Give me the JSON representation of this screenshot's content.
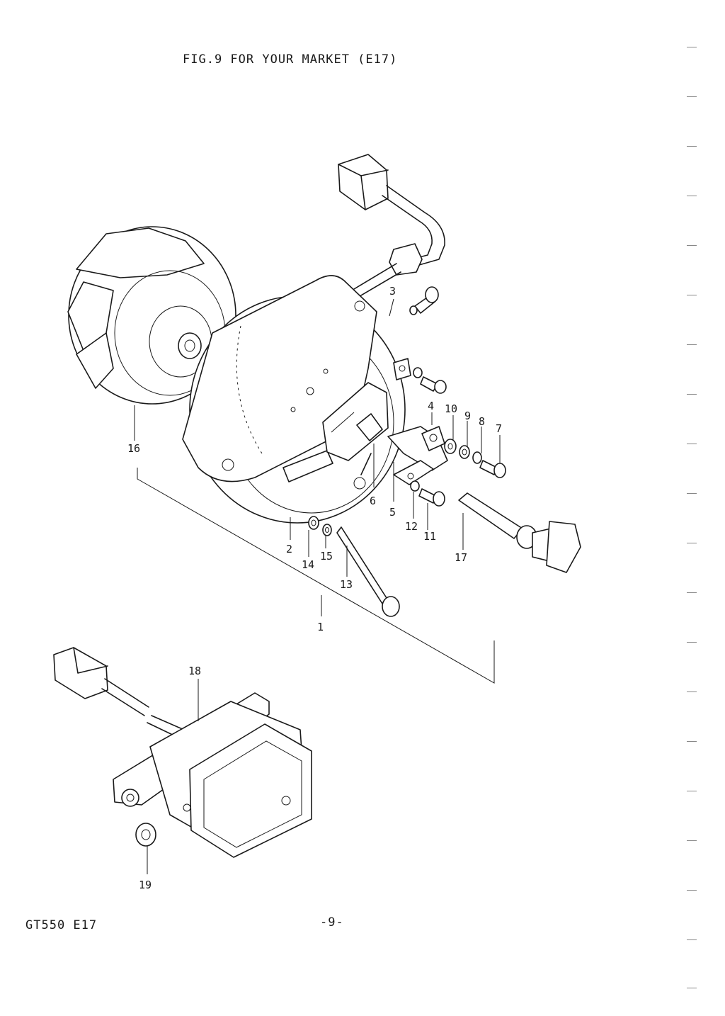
{
  "title": "FIG.9  FOR YOUR MARKET (E17)",
  "footer": {
    "model": "GT550  E17",
    "page": "-9-"
  },
  "callouts": {
    "c1": "1",
    "c2": "2",
    "c3": "3",
    "c4": "4",
    "c5": "5",
    "c6": "6",
    "c7": "7",
    "c8": "8",
    "c9": "9",
    "c10": "10",
    "c11": "11",
    "c12": "12",
    "c13": "13",
    "c14": "14",
    "c15": "15",
    "c16": "16",
    "c17": "17",
    "c18": "18",
    "c19": "19"
  }
}
